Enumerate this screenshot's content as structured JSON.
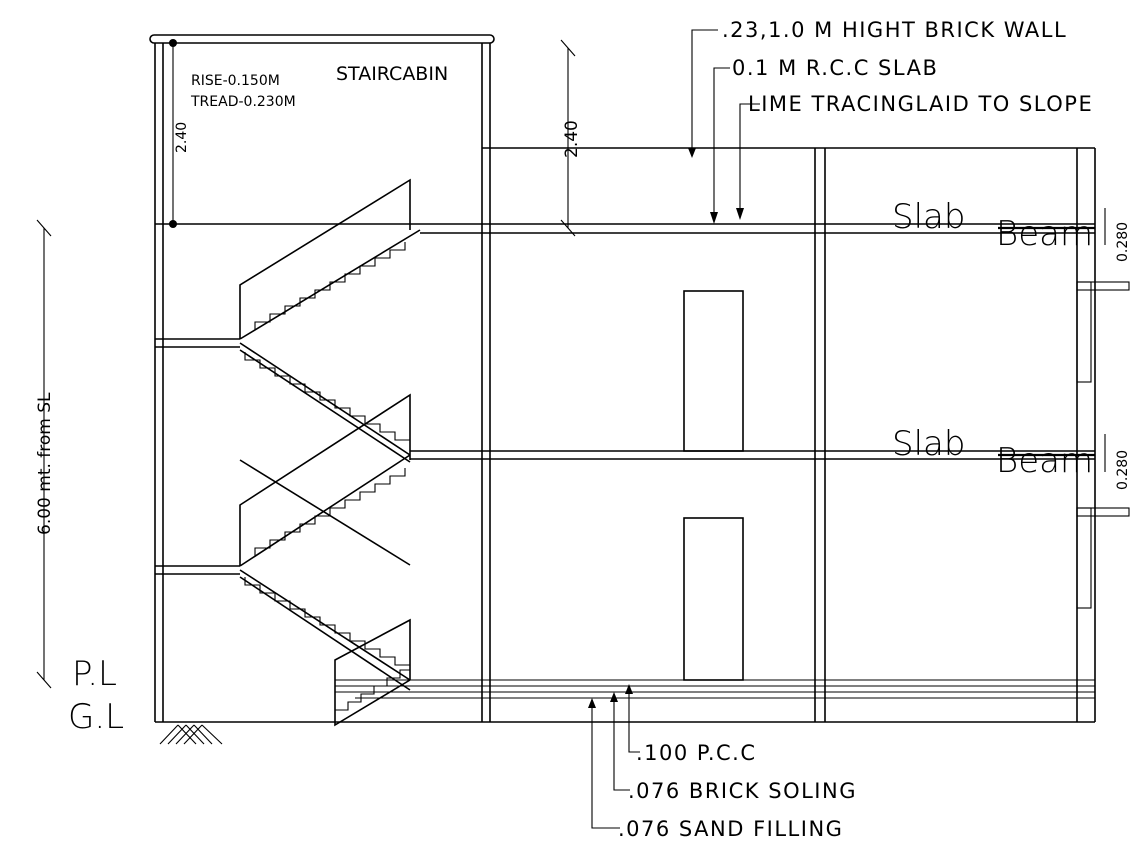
{
  "notes": {
    "brick_wall": ".23,1.0 M HIGHT BRICK WALL",
    "rcc_slab": "0.1 M R.C.C SLAB",
    "lime_tracing": "LIME TRACINGLAID TO SLOPE",
    "pcc": ".100 P.C.C",
    "brick_soling": ".076 BRICK SOLING",
    "sand_filling": ".076 SAND FILLING"
  },
  "stair": {
    "rise": "RISE-0.150M",
    "tread": "TREAD-0.230M",
    "cabin_label": "STAIRCABIN"
  },
  "dimensions": {
    "cabin_height": "2.40",
    "parapet_height": "2.40",
    "total_height": "6.00 mt. from SL",
    "beam_depth_upper": "0.280",
    "beam_depth_lower": "0.280"
  },
  "labels": {
    "slab_upper": "Slab",
    "beam_upper": "Beam",
    "slab_lower": "Slab",
    "beam_lower": "Beam",
    "plinth_level": "P.L",
    "ground_level": "G.L"
  }
}
